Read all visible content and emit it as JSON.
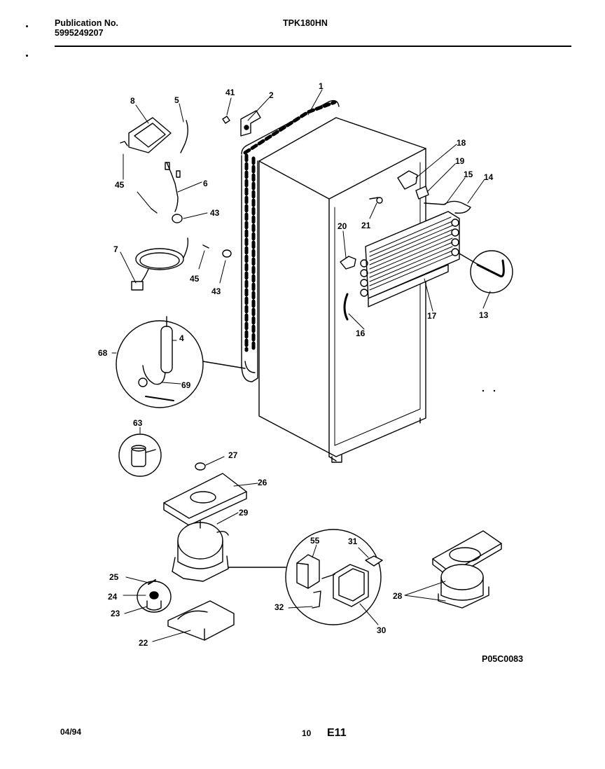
{
  "header": {
    "publication_label": "Publication No.",
    "publication_number": "5995249207",
    "model": "TPK180HN"
  },
  "callouts": {
    "c1": "1",
    "c2": "2",
    "c4": "4",
    "c5": "5",
    "c6": "6",
    "c7": "7",
    "c8": "8",
    "c13": "13",
    "c14": "14",
    "c15": "15",
    "c16": "16",
    "c17": "17",
    "c18": "18",
    "c19": "19",
    "c20": "20",
    "c21": "21",
    "c22": "22",
    "c23": "23",
    "c24": "24",
    "c25": "25",
    "c26": "26",
    "c27": "27",
    "c28": "28",
    "c29": "29",
    "c30": "30",
    "c31": "31",
    "c32": "32",
    "c41": "41",
    "c43a": "43",
    "c43b": "43",
    "c45a": "45",
    "c45b": "45",
    "c55": "55",
    "c63": "63",
    "c68": "68",
    "c69": "69"
  },
  "footer": {
    "date": "04/94",
    "page": "10",
    "section": "E11",
    "drawing_code": "P05C0083"
  }
}
